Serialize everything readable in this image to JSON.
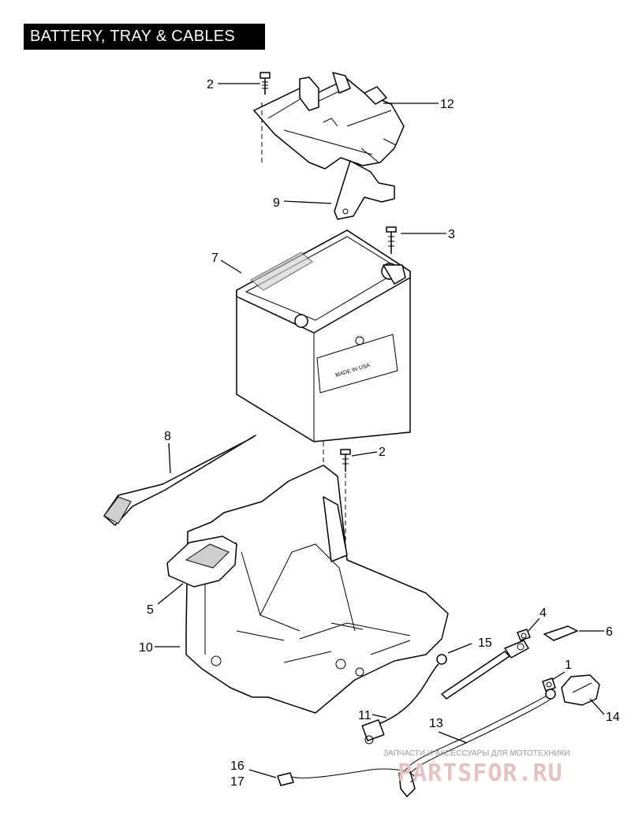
{
  "title": "BATTERY, TRAY & CABLES",
  "callouts": {
    "c2_top": "2",
    "c12": "12",
    "c9": "9",
    "c3": "3",
    "c7": "7",
    "c8": "8",
    "c2_mid": "2",
    "c5": "5",
    "c10": "10",
    "c4": "4",
    "c6": "6",
    "c15": "15",
    "c1": "1",
    "c14": "14",
    "c11": "11",
    "c13": "13",
    "c16": "16",
    "c17": "17"
  },
  "battery_label": "MADE IN USA",
  "watermark": {
    "line1": "ЗАПЧАСТИ И АКСЕССУАРЫ ДЛЯ МОТОТЕХНИКИ",
    "line2": "PARTSFOR.RU"
  }
}
